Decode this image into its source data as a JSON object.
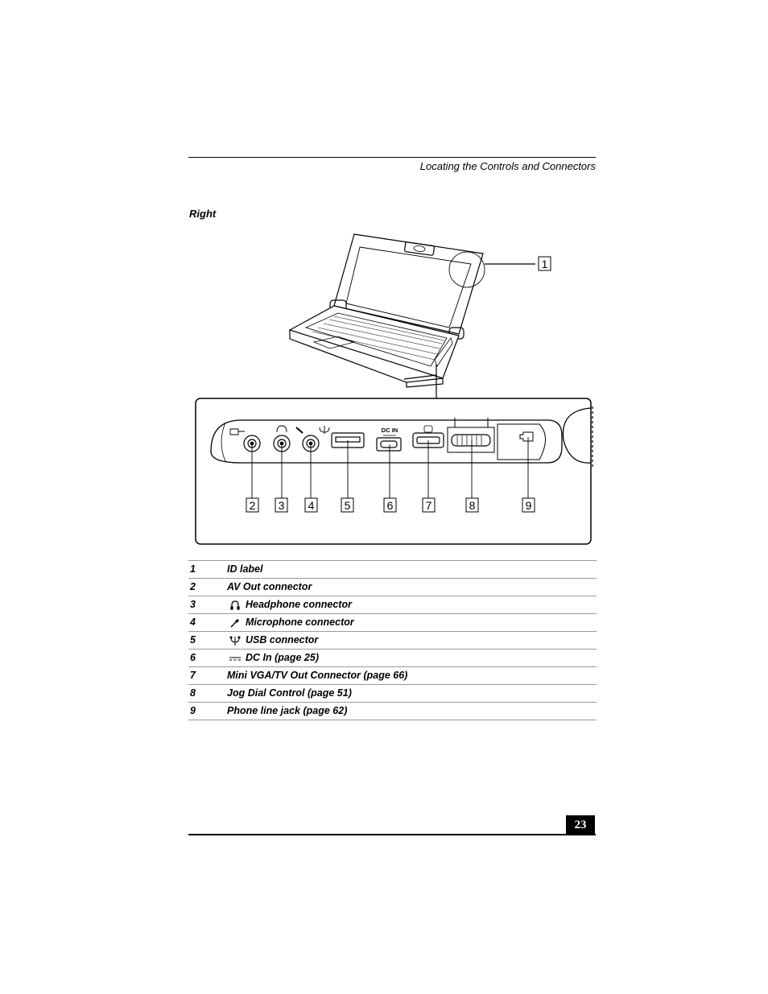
{
  "header": {
    "title": "Locating the Controls and Connectors"
  },
  "section": {
    "heading": "Right"
  },
  "figure": {
    "port_symbols": {
      "dc_in": "DC IN"
    },
    "callouts": [
      "1",
      "2",
      "3",
      "4",
      "5",
      "6",
      "7",
      "8",
      "9"
    ]
  },
  "legend": [
    {
      "num": "1",
      "label": "ID label"
    },
    {
      "num": "2",
      "label": "AV Out connector"
    },
    {
      "num": "3",
      "icon": "headphone-icon",
      "label": "Headphone connector"
    },
    {
      "num": "4",
      "icon": "microphone-icon",
      "label": "Microphone connector"
    },
    {
      "num": "5",
      "icon": "usb-icon",
      "label": "USB connector"
    },
    {
      "num": "6",
      "icon": "dc-in-icon",
      "label": "DC In (page 25)"
    },
    {
      "num": "7",
      "label": "Mini VGA/TV Out Connector (page 66)"
    },
    {
      "num": "8",
      "label": "Jog Dial Control (page 51)"
    },
    {
      "num": "9",
      "label": "Phone line jack (page 62)"
    }
  ],
  "footer": {
    "page_number": "23"
  }
}
